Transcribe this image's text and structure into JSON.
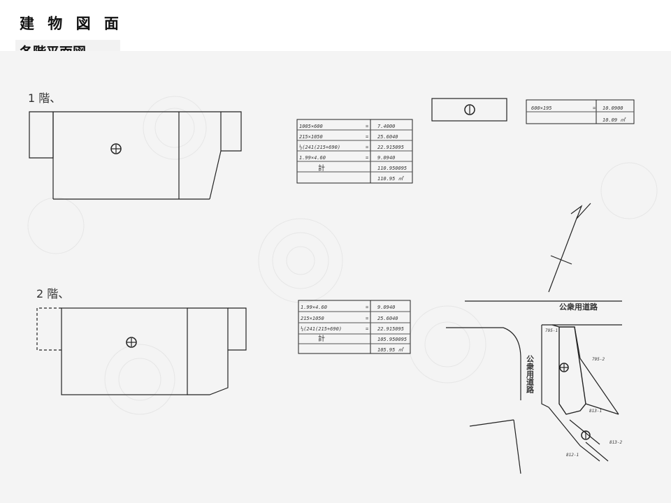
{
  "header": {
    "title": "建 物 図 面",
    "subtitle": "各階平面図"
  },
  "floor1": {
    "label": "1 階、",
    "table": {
      "rows": [
        {
          "formula": "1005×600",
          "eq": "=",
          "value": "7.4000"
        },
        {
          "formula": "215×1050",
          "eq": "=",
          "value": "25.6040"
        },
        {
          "formula": "½(241(215+690)",
          "eq": "=",
          "value": "22.915095"
        },
        {
          "formula": "1.99×4.60",
          "eq": "=",
          "value": "9.0940"
        },
        {
          "formula": "計",
          "eq": "",
          "value": "110.950095"
        },
        {
          "formula": "",
          "eq": "",
          "value": "110.95 ㎡"
        }
      ]
    }
  },
  "floor2": {
    "label": "2 階、",
    "table": {
      "rows": [
        {
          "formula": "1.99×4.60",
          "eq": "=",
          "value": "9.0940"
        },
        {
          "formula": "215×1050",
          "eq": "=",
          "value": "25.6040"
        },
        {
          "formula": "½(241(215+690)",
          "eq": "=",
          "value": "22.915095"
        },
        {
          "formula": "計",
          "eq": "",
          "value": "105.950095"
        },
        {
          "formula": "",
          "eq": "",
          "value": "105.95 ㎡"
        }
      ]
    }
  },
  "annex": {
    "table": {
      "formula": "600×195",
      "eq": "=",
      "value": "10.0900",
      "total": "10.09 ㎡"
    }
  },
  "site": {
    "road_label_h": "公衆用道路",
    "road_label_v": "公衆用道路",
    "lot_labels": [
      "795-1",
      "795-2",
      "813-1",
      "813-2",
      "812-1"
    ]
  }
}
